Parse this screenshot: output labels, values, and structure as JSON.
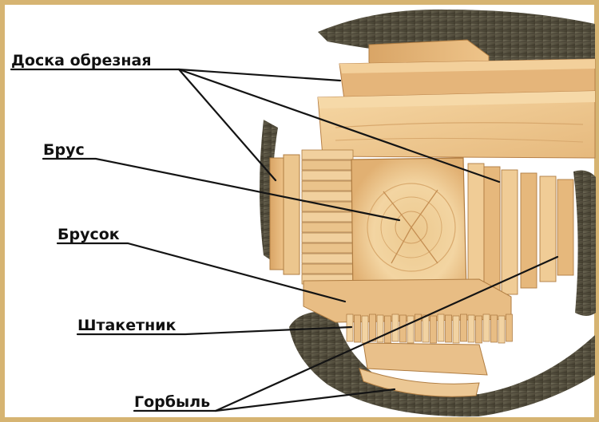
{
  "labels": {
    "edged_board": "Доска обрезная",
    "beam": "Брус",
    "bar": "Брусок",
    "picket": "Штакетник",
    "slab": "Горбыль"
  },
  "colors": {
    "frame": "#d6b472",
    "wood_light": "#f2cf97",
    "wood_mid": "#e3b375",
    "wood_dark": "#c98e4f",
    "bark": "#5e5a4a",
    "bark_dark": "#3b3527",
    "leader_line": "#141414"
  }
}
